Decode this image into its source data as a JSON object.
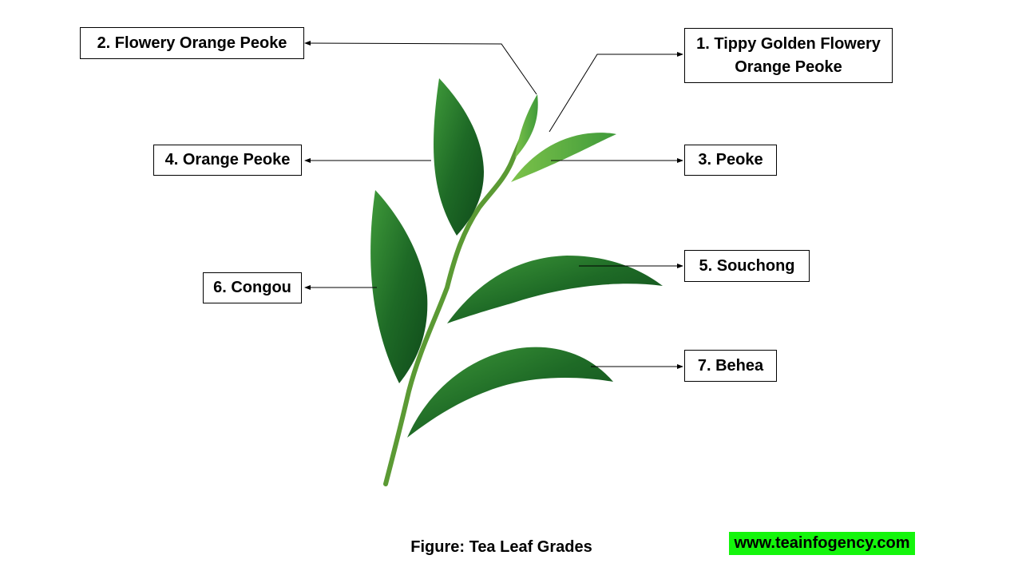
{
  "labels": {
    "grade1_line1": "1. Tippy Golden Flowery",
    "grade1_line2": "Orange Peoke",
    "grade2": "2. Flowery Orange Peoke",
    "grade3": "3. Peoke",
    "grade4": "4. Orange Peoke",
    "grade5": "5. Souchong",
    "grade6": "6. Congou",
    "grade7": "7. Behea"
  },
  "caption": "Figure: Tea Leaf Grades",
  "website": "www.teainfogency.com",
  "colors": {
    "badge": "#14f50c",
    "leaf": "#1f6b2a",
    "stem": "#6aa83a"
  }
}
